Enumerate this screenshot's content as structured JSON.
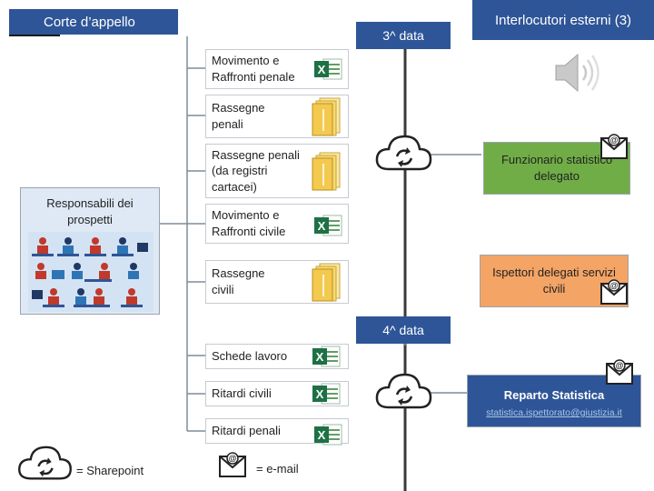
{
  "header": {
    "court_title": "Corte d’appello",
    "external_title": "Interlocutori esterni (3)"
  },
  "labels": {
    "third_deadline": "3^ data",
    "fourth_deadline": "4^ data"
  },
  "sources": {
    "title": "Responsabili dei prospetti"
  },
  "documents": [
    {
      "label": "Movimento e Raffronti penale",
      "icon": "excel-icon"
    },
    {
      "label": "Rassegne penali",
      "icon": "folder-icon"
    },
    {
      "label": "Rassegne penali (da registri cartacei)",
      "icon": "folder-icon"
    },
    {
      "label": "Movimento e Raffronti civile",
      "icon": "excel-icon"
    },
    {
      "label": "Rassegne civili",
      "icon": "folder-icon"
    },
    {
      "label": "Schede lavoro",
      "icon": "excel-icon"
    },
    {
      "label": "Ritardi civili",
      "icon": "excel-icon"
    },
    {
      "label": "Ritardi penali",
      "icon": "excel-icon"
    }
  ],
  "recipients": {
    "statistical_officer": "Funzionario statistico delegato",
    "civil_inspectors": "Ispettori delegati servizi civili",
    "statistics_dept": "Reparto Statistica",
    "statistics_email": "statistica.ispettorato@giustizia.it"
  },
  "legend": {
    "sharepoint": "= Sharepoint",
    "email": "= e-mail"
  },
  "colors": {
    "blue": "#2e5597",
    "green": "#70ad47",
    "orange": "#f4a465",
    "light_blue": "#a9c7e6"
  }
}
